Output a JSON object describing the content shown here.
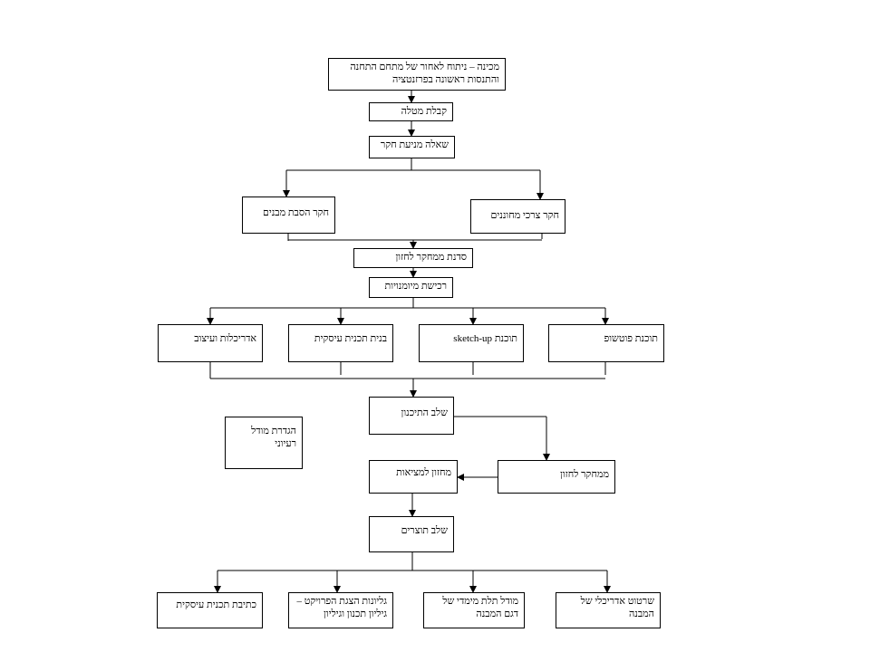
{
  "boxes": {
    "prep": "מכינה – ניתוח לאחור של מתחם התחנה והתנסות ראשונה בפרזנטציה",
    "task": "קבלת מטלה",
    "question": "שאלה מניעת חקר",
    "env_research": "חקר הסבת מבנים",
    "visitor_research": "חקר צרכי מחוננים",
    "workshop": "סדנת ממחקר לחזון",
    "skills": "רכישת מיומנויות",
    "architecture": "אדריכלות ועיצוב",
    "business_plan": "בנית תכנית עיסקית",
    "sketchup": "תוכנת sketch-up",
    "photoshop": "תוכנת פוטשופ",
    "planning_stage": "שלב התיכנון",
    "model_definition": "הגדרת מודל רעיוני",
    "vision_to_reality": "מחזון למציאות",
    "research_to_vision": "ממחקר לחזון",
    "products_stage": "שלב תוצרים",
    "business_writing": "כתיבת תכנית עיסקית",
    "presentation_sheets": "גליונות הצגת הפרויקט – גיליון תכנון וגיליון",
    "model_3d": "מודל תלת מימדי של דגם המבנה",
    "architectural_drawing": "שרטוט אדריכלי של המבנה"
  }
}
